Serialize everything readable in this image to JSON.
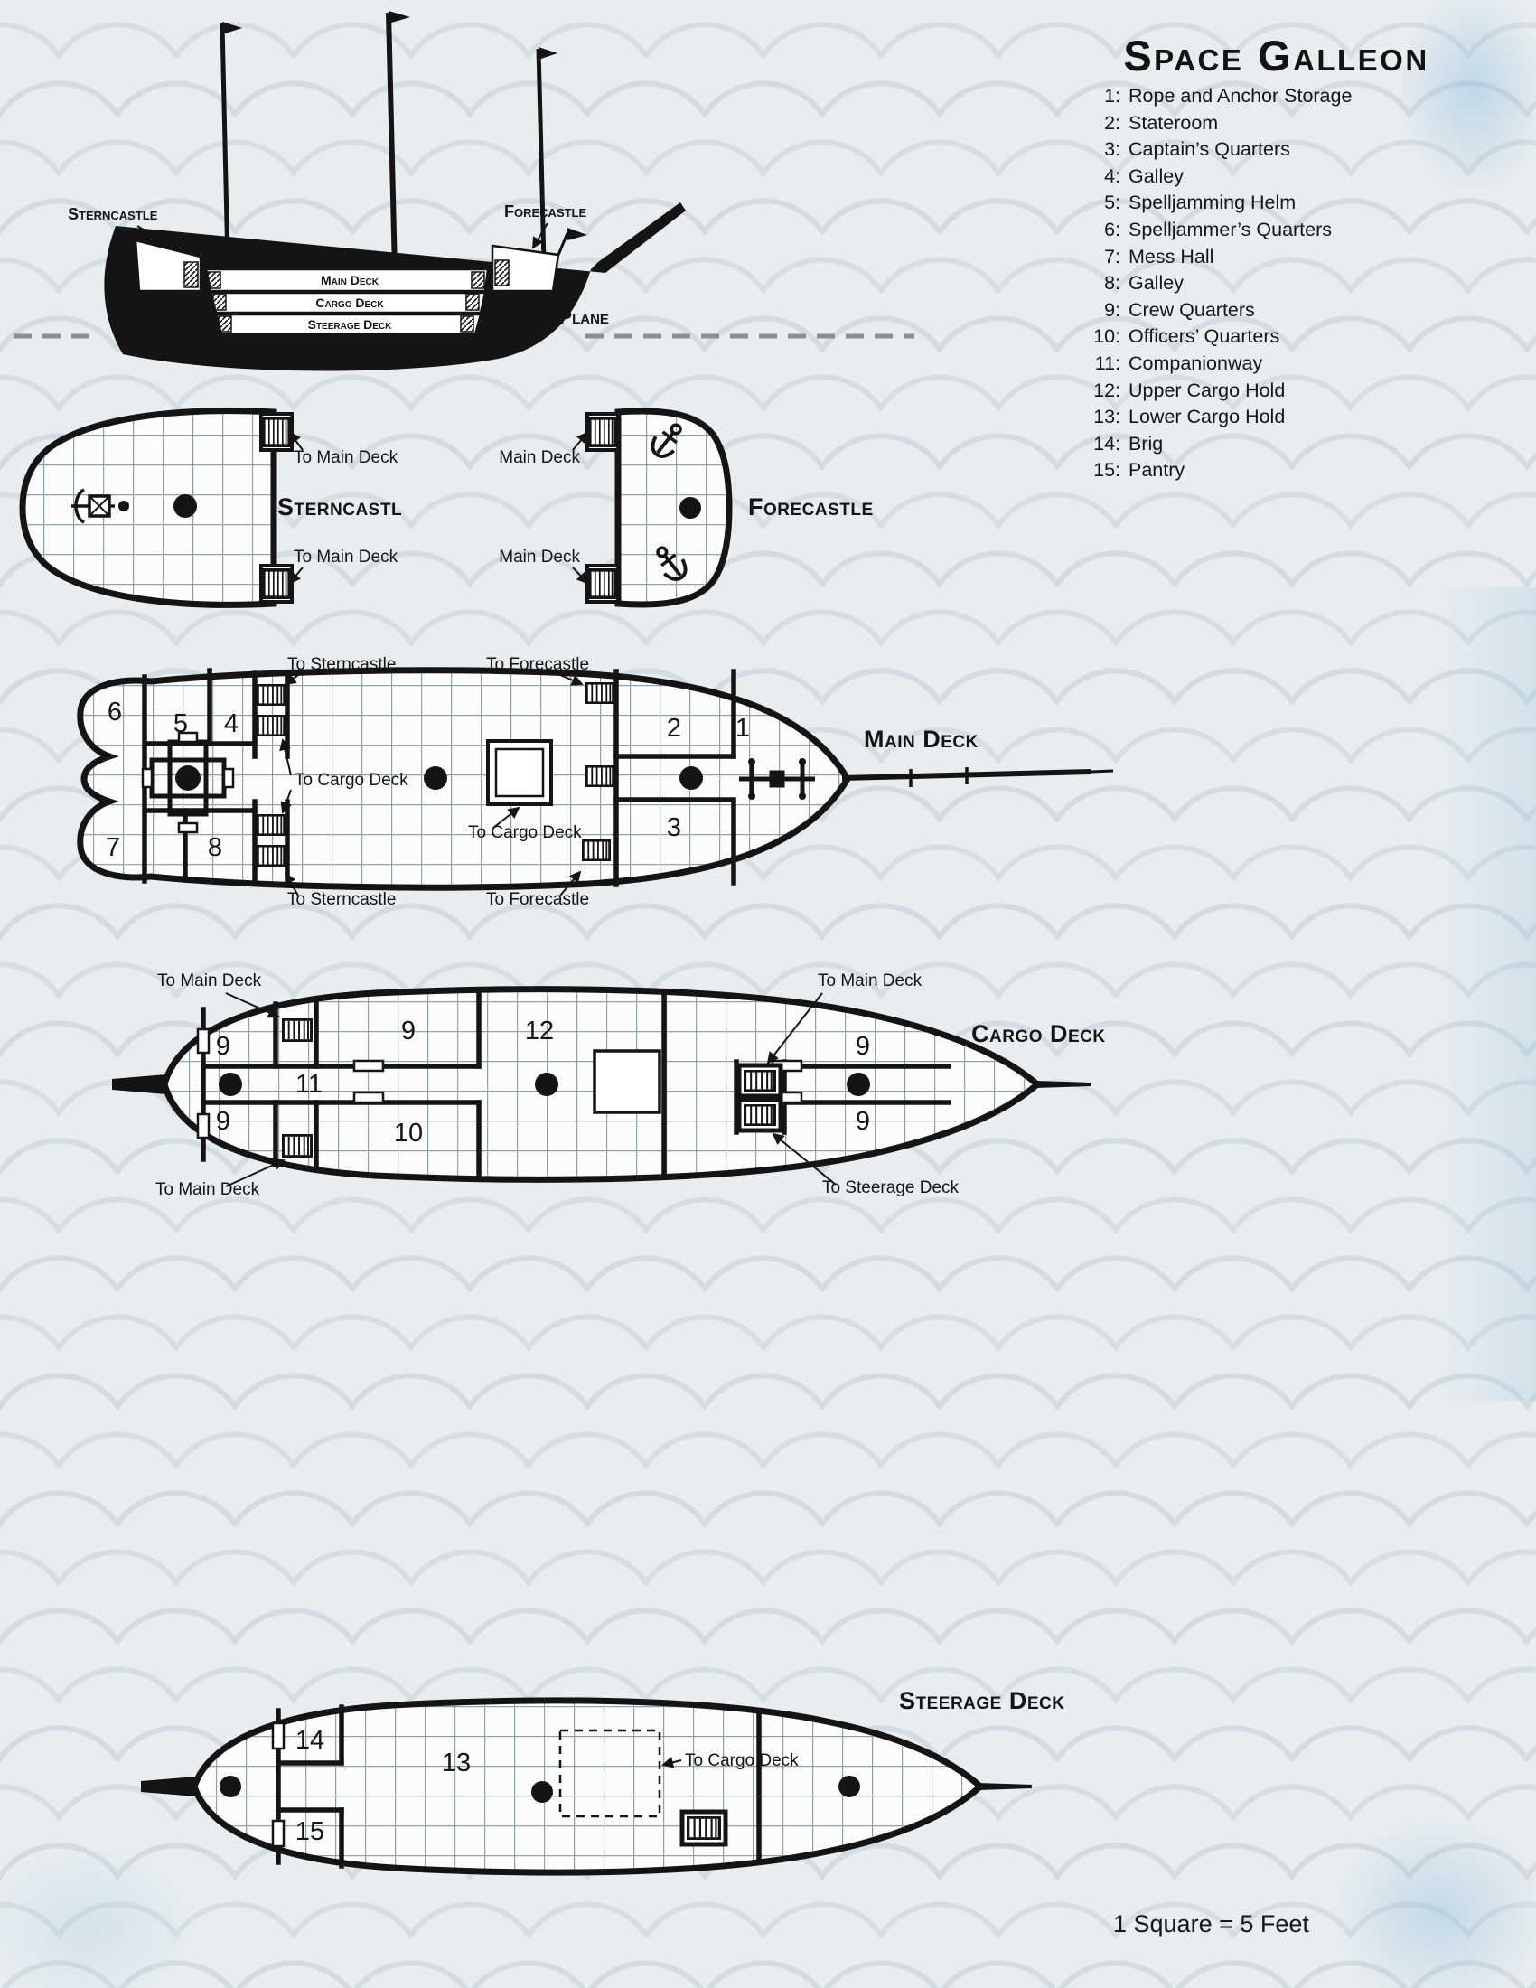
{
  "title": "Space Galleon",
  "legend": {
    "items": [
      {
        "num": "1:",
        "label": "Rope and Anchor Storage"
      },
      {
        "num": "2:",
        "label": "Stateroom"
      },
      {
        "num": "3:",
        "label": "Captain’s Quarters"
      },
      {
        "num": "4:",
        "label": "Galley"
      },
      {
        "num": "5:",
        "label": "Spelljamming Helm"
      },
      {
        "num": "6:",
        "label": "Spelljammer’s Quarters"
      },
      {
        "num": "7:",
        "label": "Mess Hall"
      },
      {
        "num": "8:",
        "label": "Galley"
      },
      {
        "num": "9:",
        "label": "Crew Quarters"
      },
      {
        "num": "10:",
        "label": "Officers’ Quarters"
      },
      {
        "num": "11:",
        "label": "Companionway"
      },
      {
        "num": "12:",
        "label": "Upper Cargo Hold"
      },
      {
        "num": "13:",
        "label": "Lower Cargo Hold"
      },
      {
        "num": "14:",
        "label": "Brig"
      },
      {
        "num": "15:",
        "label": "Pantry"
      }
    ]
  },
  "side_view": {
    "sterncastle": "Sterncastle",
    "forecastle": "Forecastle",
    "main_deck": "Main Deck",
    "cargo_deck": "Cargo Deck",
    "steerage_deck": "Steerage Deck",
    "gravity_plane": "Gravity Plane"
  },
  "deck_titles": {
    "sterncastle": "Sterncastle",
    "forecastle": "Forecastle",
    "main": "Main Deck",
    "cargo": "Cargo Deck",
    "steerage": "Steerage Deck"
  },
  "labels": {
    "to_main_deck": "To Main Deck",
    "to_cargo_deck": "To Cargo Deck",
    "to_sterncastle": "To Sterncastle",
    "to_forecastle": "To Forecastle",
    "to_steerage_deck": "To Steerage Deck"
  },
  "room_numbers": {
    "n1": "1",
    "n2": "2",
    "n3": "3",
    "n4": "4",
    "n5": "5",
    "n6": "6",
    "n7": "7",
    "n8": "8",
    "n9": "9",
    "n10": "10",
    "n11": "11",
    "n12": "12",
    "n13": "13",
    "n14": "14",
    "n15": "15"
  },
  "scale_note": "1 Square = 5 Feet",
  "icons": {
    "mast": "filled-circle",
    "ladder": "striped-rect",
    "anchor": "anchor-shape",
    "ballista": "ballista-shape",
    "windlass": "windlass-shape"
  },
  "colors": {
    "ink": "#141414",
    "background": "#e8edf0",
    "deck_fill": "#fcfcfa",
    "grid_line": "#8fa1ad",
    "swirl_blue": "#7db4d7"
  }
}
